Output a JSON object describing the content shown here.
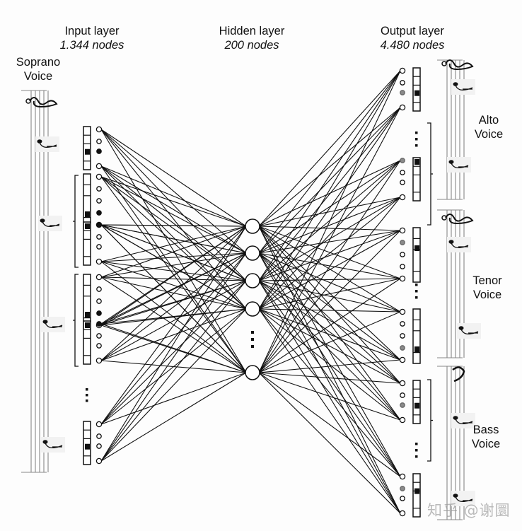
{
  "layers": {
    "input": {
      "title": "Input layer",
      "subtitle": "1.344 nodes"
    },
    "hidden": {
      "title": "Hidden layer",
      "subtitle": "200 nodes"
    },
    "output": {
      "title": "Output layer",
      "subtitle": "4.480 nodes"
    }
  },
  "voices": {
    "soprano": {
      "line1": "Soprano",
      "line2": "Voice"
    },
    "alto": {
      "line1": "Alto",
      "line2": "Voice"
    },
    "tenor": {
      "line1": "Tenor",
      "line2": "Voice"
    },
    "bass": {
      "line1": "Bass",
      "line2": "Voice"
    }
  },
  "watermark": "知乎 @谢圜",
  "colors": {
    "ink": "#111111",
    "staff": "#888888",
    "gray_node": "#8a8a8a"
  },
  "network": {
    "input_groups": [
      {
        "nodes": [
          "open",
          "open",
          "filled",
          "open"
        ],
        "connected": [
          0,
          3
        ],
        "active_cell": 2
      },
      {
        "nodes": [
          "open",
          "open",
          "open",
          "filled",
          "open"
        ],
        "connected": [
          0,
          4
        ],
        "active_cell": 3
      },
      {
        "nodes": [
          "filled",
          "open",
          "open",
          "open"
        ],
        "connected": [
          0,
          3
        ],
        "active_cell": 0
      },
      {
        "nodes": [
          "open",
          "open",
          "open",
          "filled",
          "open"
        ],
        "connected": [
          0,
          4
        ],
        "active_cell": 3
      },
      {
        "nodes": [
          "filled",
          "open",
          "open",
          "open"
        ],
        "connected": [
          0,
          3
        ],
        "active_cell": 0
      },
      {
        "nodes": [
          "open",
          "open",
          "open",
          "open"
        ],
        "connected": [
          0,
          3
        ],
        "active_cell": 2
      }
    ],
    "hidden_node_count_shown": 5,
    "output_groups": [
      {
        "voice": "alto",
        "nodes": [
          "open",
          "open",
          "gray",
          "open"
        ],
        "connected": [
          0,
          3
        ],
        "active_cell": 2
      },
      {
        "voice": "alto",
        "nodes": [
          "gray",
          "open",
          "open",
          "open"
        ],
        "connected": [
          0,
          3
        ],
        "active_cell": 0
      },
      {
        "voice": "tenor",
        "nodes": [
          "open",
          "gray",
          "open",
          "open",
          "open"
        ],
        "connected": [
          0,
          4
        ],
        "active_cell": 1
      },
      {
        "voice": "tenor",
        "nodes": [
          "open",
          "open",
          "open",
          "gray",
          "open"
        ],
        "connected": [
          0,
          4
        ],
        "active_cell": 3
      },
      {
        "voice": "bass",
        "nodes": [
          "open",
          "open",
          "gray",
          "open"
        ],
        "connected": [
          0,
          3
        ],
        "active_cell": 2
      },
      {
        "voice": "bass",
        "nodes": [
          "open",
          "gray",
          "open",
          "open"
        ],
        "connected": [
          0,
          3
        ],
        "active_cell": 1
      }
    ]
  }
}
